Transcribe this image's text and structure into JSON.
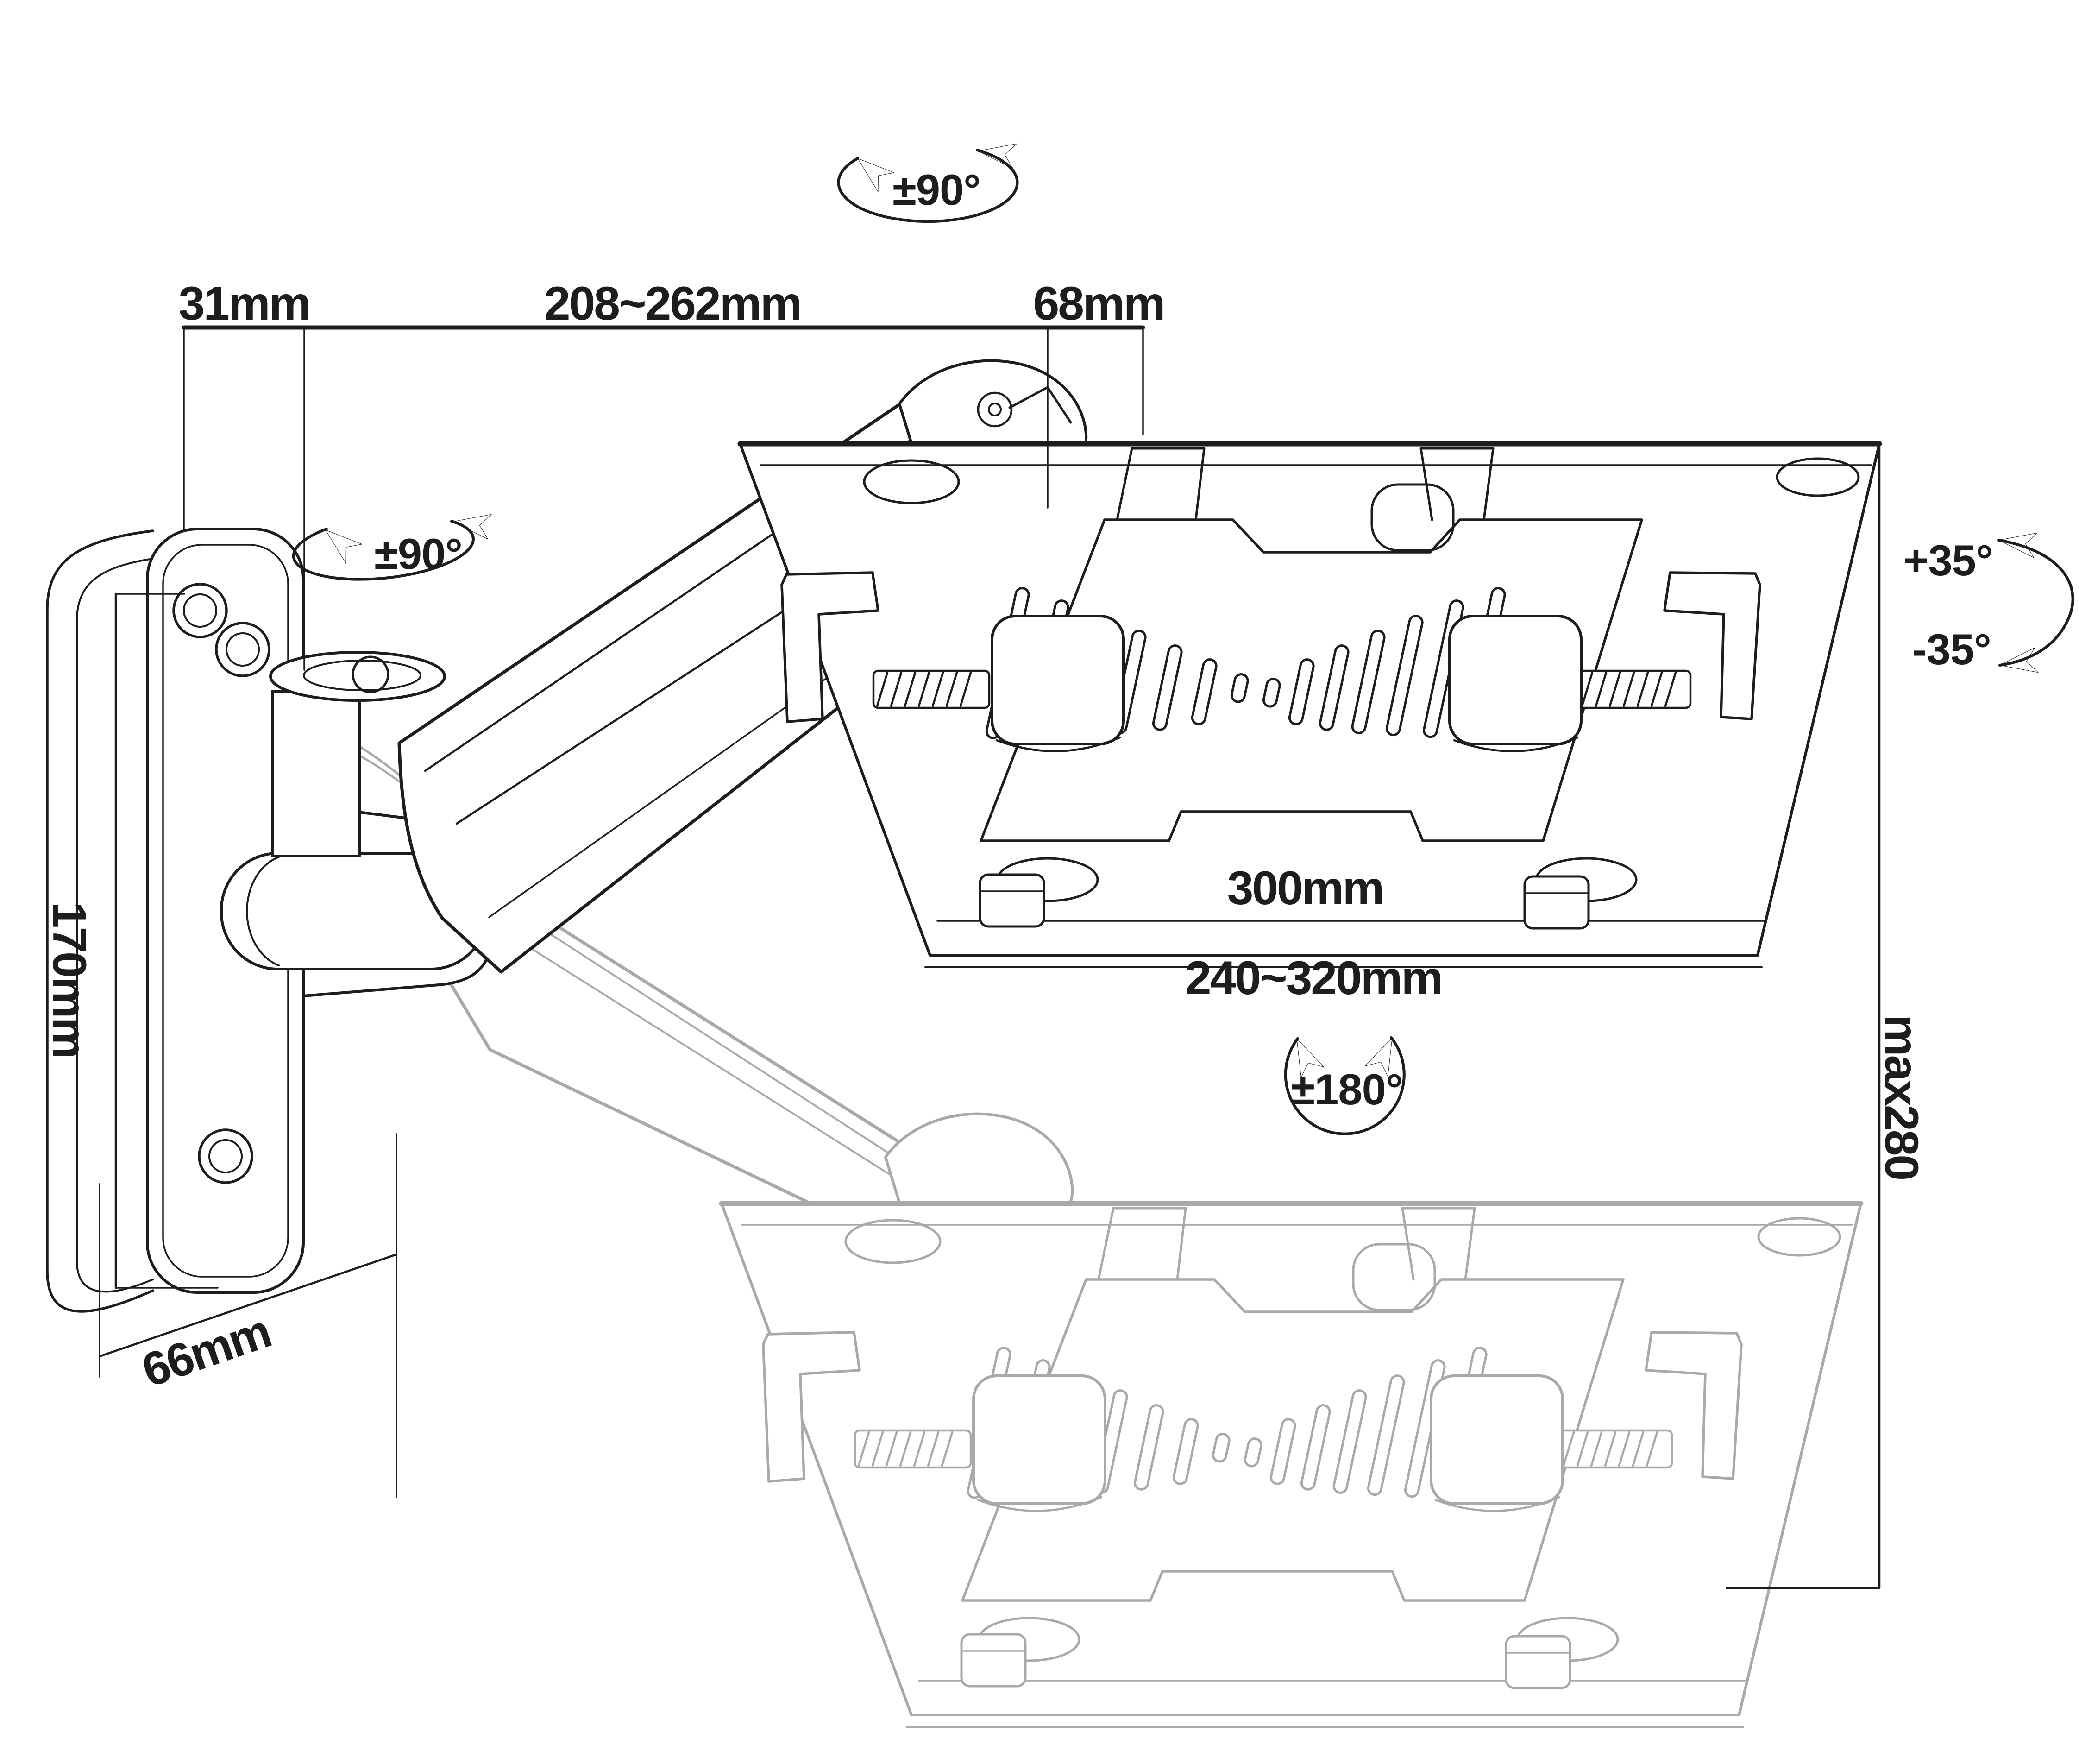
{
  "title": "Wall-mount gas-spring laptop arm dimension diagram",
  "labels": {
    "dim_31mm": "31mm",
    "dim_208_262mm": "208~262mm",
    "dim_68mm": "68mm",
    "swivel_top": "±90°",
    "swivel_pivot": "±90°",
    "dim_170mm": "170mm",
    "dim_66mm": "66mm",
    "dim_300mm": "300mm",
    "dim_240_320mm": "240~320mm",
    "rotate_tray": "±180°",
    "tilt_up": "+35°",
    "tilt_down": "-35°",
    "dim_max280": "max280"
  },
  "colors": {
    "ink": "#1d1d1d",
    "ghost": "#a9a9a9",
    "background": "#ffffff"
  }
}
